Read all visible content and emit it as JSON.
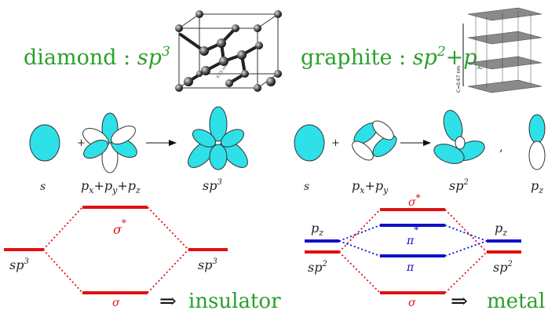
{
  "diamond": {
    "title_name": "diamond : ",
    "title_hyb": "sp",
    "title_hyb_sup": "3",
    "cell_caption": "0.15 nm",
    "orbitals": {
      "s": "s",
      "p_combo": [
        "p",
        "x",
        "+p",
        "y",
        "+p",
        "z"
      ],
      "result": [
        "sp",
        "3"
      ]
    },
    "plus": "+",
    "mo": {
      "left": [
        "sp",
        "3"
      ],
      "right": [
        "sp",
        "3"
      ],
      "top": "σ",
      "top_star": "*",
      "bottom": "σ"
    },
    "conclusion": "insulator"
  },
  "graphite": {
    "title_name": "graphite : ",
    "title_hyb": [
      "sp",
      "2",
      "+p",
      "z"
    ],
    "stack_caption": "C=0.67 nm",
    "orbitals": {
      "s": "s",
      "p_combo": [
        "p",
        "x",
        "+p",
        "y"
      ],
      "result": [
        "sp",
        "2"
      ],
      "pz": [
        "p",
        "z"
      ],
      "comma": ","
    },
    "plus": "+",
    "mo": {
      "left_top": [
        "p",
        "z"
      ],
      "left_bottom": [
        "sp",
        "2"
      ],
      "right_top": [
        "p",
        "z"
      ],
      "right_bottom": [
        "sp",
        "2"
      ],
      "sigma_star": "σ",
      "sigma_star_mark": "*",
      "pi_star": "π",
      "pi_star_mark": "*",
      "pi": "π",
      "sigma": "σ"
    },
    "conclusion": "metal"
  },
  "arrow_symbol": "⇒",
  "colors": {
    "green": "#2aa02a",
    "cyan": "#2ee0e8",
    "red": "#e01010",
    "blue": "#1010c8"
  }
}
